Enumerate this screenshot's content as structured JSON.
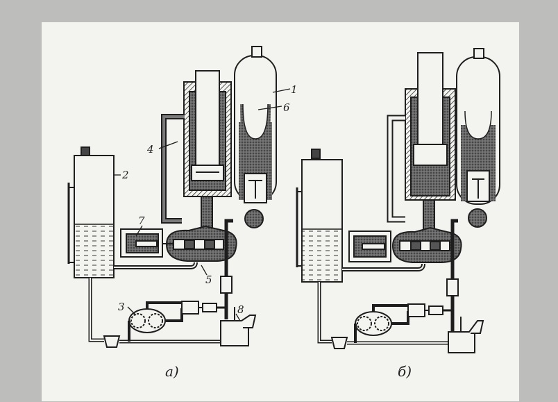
{
  "figure": {
    "callouts": [
      "1",
      "2",
      "3",
      "4",
      "5",
      "6",
      "7",
      "8"
    ],
    "captions": {
      "left": "a)",
      "right": "б)"
    }
  },
  "colors": {
    "background": "#bdbdbb",
    "paper": "#f3f3f0",
    "ink": "#1e1e1e",
    "fluid": "#5f5f5f",
    "hatch": "#3a3a3a"
  }
}
